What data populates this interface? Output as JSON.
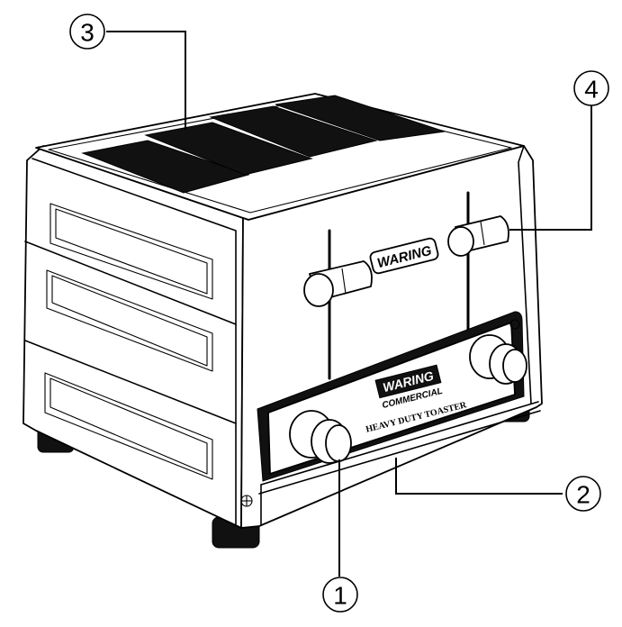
{
  "product": {
    "brand_logo": "WARING",
    "brand_sub": "COMMERCIAL",
    "model_label": "HEAVY DUTY TOASTER"
  },
  "callouts": [
    {
      "number": "1",
      "target": "left control knob"
    },
    {
      "number": "2",
      "target": "control panel"
    },
    {
      "number": "3",
      "target": "bread slots"
    },
    {
      "number": "4",
      "target": "carriage lever"
    }
  ]
}
